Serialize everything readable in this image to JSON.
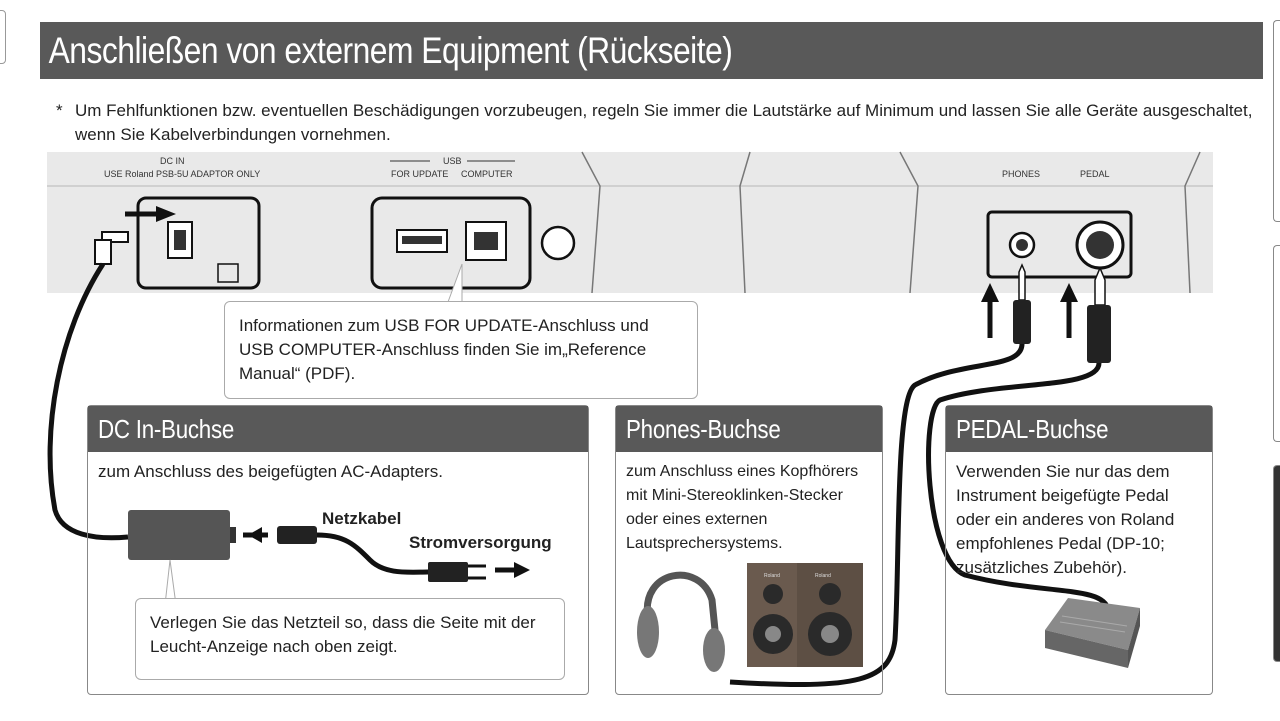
{
  "header": {
    "title": "Anschließen von externem Equipment (Rückseite)"
  },
  "note": {
    "star": "*",
    "text": "Um Fehlfunktionen bzw. eventuellen Beschädigungen vorzubeugen, regeln Sie immer die Lautstärke auf Minimum und lassen Sie alle Geräte ausgeschaltet, wenn Sie Kabelverbindungen vornehmen."
  },
  "panel": {
    "dc_in": "DC IN",
    "dc_in_sub": "USE Roland PSB-5U ADAPTOR ONLY",
    "usb": "USB",
    "usb_update": "FOR UPDATE",
    "usb_computer": "COMPUTER",
    "phones": "PHONES",
    "pedal": "PEDAL"
  },
  "usb_callout": "Informationen zum USB FOR UPDATE-Anschluss und USB COMPUTER-Anschluss finden Sie im„Reference Manual“ (PDF).",
  "dc_box": {
    "title": "DC In-Buchse",
    "text": "zum Anschluss des beigefügten AC-Adapters.",
    "netzkabel": "Netzkabel",
    "strom": "Stromversorgung",
    "callout": "Verlegen Sie das Netzteil so, dass die Seite mit der Leucht-Anzeige nach oben zeigt."
  },
  "phones_box": {
    "title": "Phones-Buchse",
    "text": "zum Anschluss eines Kopfhörers mit Mini-Stereoklinken-Stecker oder eines externen Lautsprechersystems.",
    "speaker_brand": "Roland"
  },
  "pedal_box": {
    "title": "PEDAL-Buchse",
    "text": "Verwenden Sie nur das dem Instrument beigefügte Pedal oder ein anderes von Roland empfohlenes Pedal (DP-10; zusätzliches Zubehör)."
  }
}
